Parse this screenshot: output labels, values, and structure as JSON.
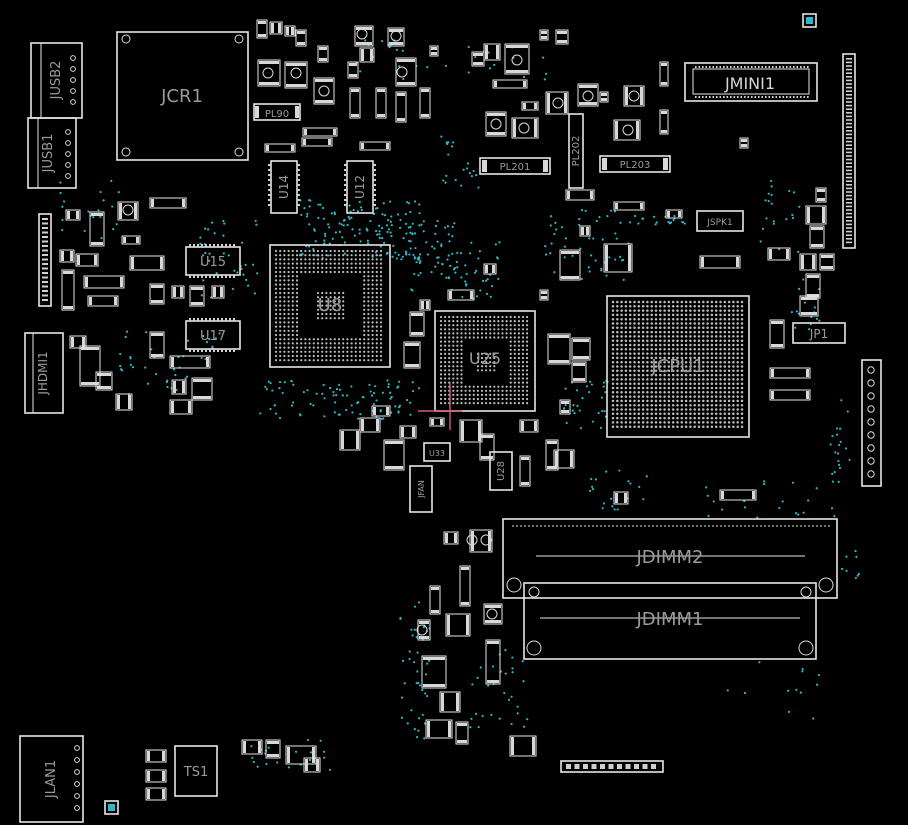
{
  "board": {
    "background": "#000000",
    "outline_color": "#e6e6e6",
    "label_color": "#9a9a9a",
    "via_color": "#2fb7c7",
    "marker_color": "#d65a7a"
  },
  "labels": {
    "jusb2": "JUSB2",
    "jusb1": "JUSB1",
    "jcr1": "JCR1",
    "pl90": "PL90",
    "u14": "U14",
    "u12": "U12",
    "u15": "U15",
    "u17": "U17",
    "u8": "U8",
    "u25": "U25",
    "jhdmi1": "JHDMI1",
    "jmini1": "JMINI1",
    "pl202": "PL202",
    "pl201": "PL201",
    "pl203": "PL203",
    "jspk1": "JSPK1",
    "jcpu1": "JCPU1",
    "jp1": "JP1",
    "u33": "U33",
    "u28": "U28",
    "jfan": "JFAN",
    "jdimm2": "JDIMM2",
    "jdimm1": "JDIMM1",
    "jlan1": "JLAN1",
    "ts1": "TS1"
  }
}
